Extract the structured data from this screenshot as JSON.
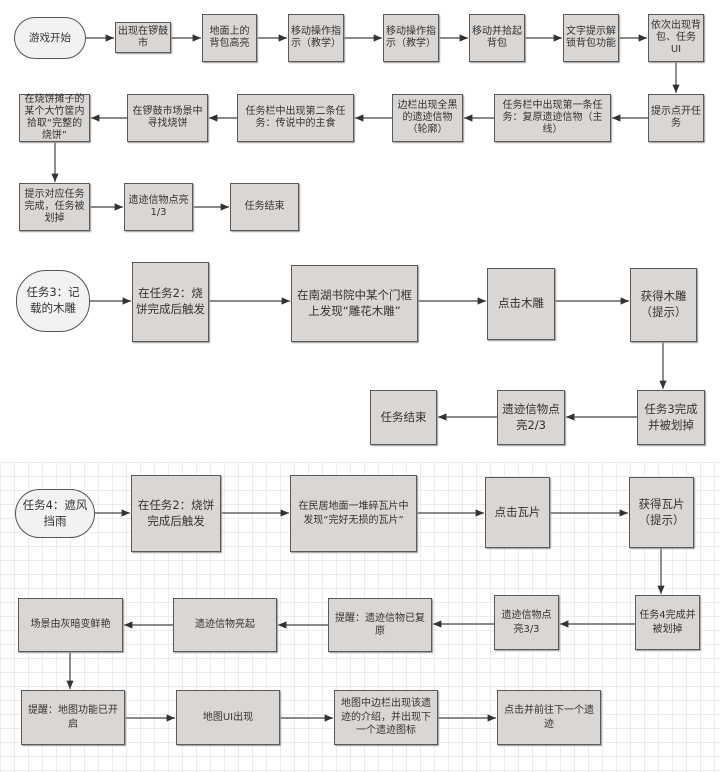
{
  "section1": {
    "start": "游戏开始",
    "boxes": [
      "出现在锣鼓市",
      "地面上的背包高亮",
      "移动操作指示（教学）",
      "移动操作指示（教学）",
      "移动并拾起背包",
      "文字提示解锁背包功能",
      "依次出现背包、任务UI",
      "提示点开任务",
      "任务栏中出现第一条任务：复原遗迹信物（主线）",
      "边栏出现全黑的遗迹信物（轮廓）",
      "任务栏中出现第二条任务：传说中的主食",
      "在锣鼓市场景中寻找烧饼",
      "在烧饼摊子的某个大竹筐内拾取“完整的烧饼”",
      "提示对应任务完成，任务被划掉",
      "遗迹信物点亮1/3",
      "任务结束"
    ]
  },
  "section2": {
    "start": "任务3：记载的木雕",
    "boxes": [
      "在任务2：烧饼完成后触发",
      "在南湖书院中某个门框上发现“雕花木雕”",
      "点击木雕",
      "获得木雕（提示）",
      "任务3完成并被划掉",
      "遗迹信物点亮2/3",
      "任务结束"
    ]
  },
  "section3": {
    "start": "任务4：遮风挡雨",
    "boxes": [
      "在任务2：烧饼完成后触发",
      "在民居地面一堆碎瓦片中发现“完好无损的瓦片”",
      "点击瓦片",
      "获得瓦片（提示）",
      "任务4完成并被划掉",
      "遗迹信物点亮3/3",
      "提醒：遗迹信物已复原",
      "遗迹信物亮起",
      "场景由灰暗变鲜艳",
      "提醒：地图功能已开启",
      "地图UI出现",
      "地图中边栏出现该遗迹的介绍，并出现下一个遗迹图标",
      "点击并前往下一个遗迹"
    ]
  }
}
